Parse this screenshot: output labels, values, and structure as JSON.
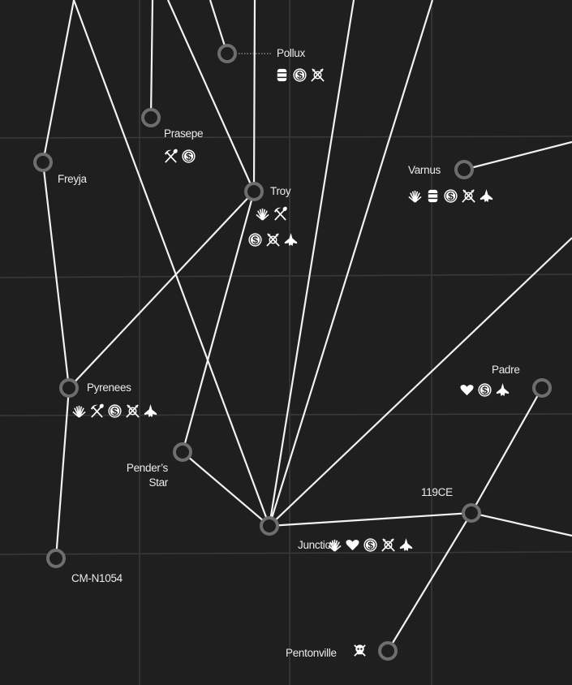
{
  "map": {
    "colors": {
      "background": "#1f1f1f",
      "route": "#f2f2f2",
      "node_ring": "#6e6e6e",
      "grid": "#3a3a3a",
      "text": "#ececec"
    },
    "systems": {
      "pollux": {
        "name": "Pollux",
        "icons": [
          "fuel-barrel",
          "trade-coin",
          "contraband-spears"
        ]
      },
      "prasepe": {
        "name": "Prasepe",
        "icons": [
          "mining-pick-shovel",
          "trade-coin"
        ]
      },
      "freyja": {
        "name": "Freyja",
        "icons": []
      },
      "troy": {
        "name": "Troy",
        "icons_row1": [
          "agriculture-grass",
          "mining-pick-shovel"
        ],
        "icons_row2": [
          "trade-coin",
          "contraband-spears",
          "ship"
        ]
      },
      "varnus": {
        "name": "Varnus",
        "icons": [
          "agriculture-grass",
          "fuel-barrel",
          "trade-coin",
          "contraband-spears",
          "ship"
        ]
      },
      "pyrenees": {
        "name": "Pyrenees",
        "icons": [
          "agriculture-grass",
          "mining-pick-shovel",
          "trade-coin",
          "contraband-spears",
          "ship"
        ]
      },
      "penders_star": {
        "name_line1": "Pender’s",
        "name_line2": "Star",
        "icons": []
      },
      "junction": {
        "name": "Junction",
        "icons": [
          "agriculture-grass",
          "medical-heart",
          "trade-coin",
          "contraband-spears",
          "ship"
        ]
      },
      "ce119": {
        "name": "119CE",
        "icons": []
      },
      "padre": {
        "name": "Padre",
        "icons": [
          "medical-heart",
          "trade-coin",
          "ship"
        ]
      },
      "cmn1054": {
        "name": "CM-N1054",
        "icons": []
      },
      "pentonville": {
        "name": "Pentonville",
        "icons": [
          "danger-skull"
        ]
      }
    }
  }
}
